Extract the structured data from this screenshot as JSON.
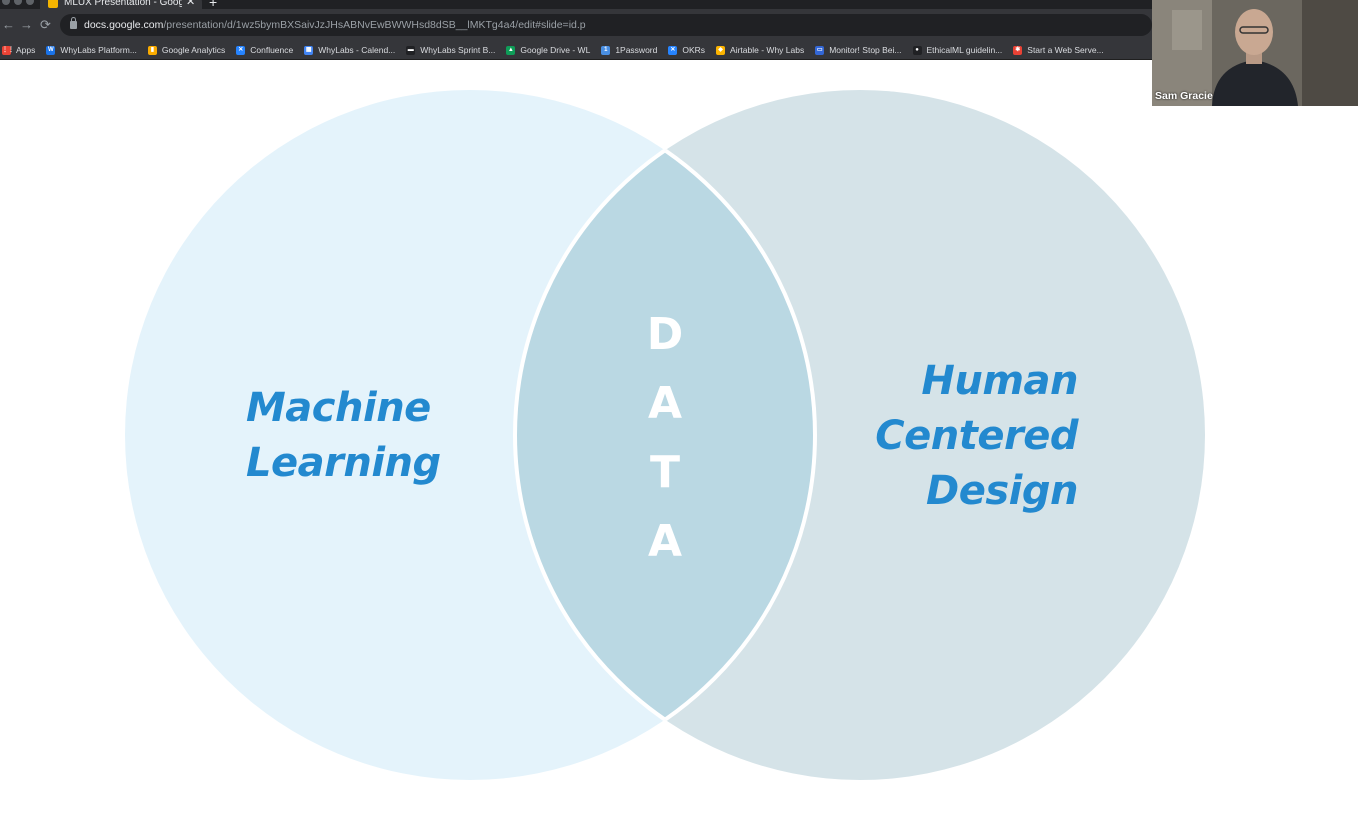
{
  "browser": {
    "tab_title": "MLUX Presentation - Google S",
    "tab_close": "✕",
    "new_tab": "+",
    "nav_back": "←",
    "nav_forward": "→",
    "nav_reload": "⟳",
    "url_host": "docs.google.com",
    "url_path": "/presentation/d/1wz5bymBXSaivJzJHsABNvEwBWWHsd8dSB__lMKTg4a4/edit#slide=id.p"
  },
  "bookmarks": [
    {
      "label": "Apps",
      "icon": "apps-grid-icon",
      "color": "#ea4335",
      "glyph": "⋮⋮"
    },
    {
      "label": "WhyLabs Platform...",
      "icon": "whylabs-icon",
      "color": "#1a73e8",
      "glyph": "W"
    },
    {
      "label": "Google Analytics",
      "icon": "analytics-icon",
      "color": "#f9ab00",
      "glyph": "▮"
    },
    {
      "label": "Confluence",
      "icon": "confluence-icon",
      "color": "#2684ff",
      "glyph": "✕"
    },
    {
      "label": "WhyLabs - Calend...",
      "icon": "calendar-icon",
      "color": "#4285f4",
      "glyph": "▦"
    },
    {
      "label": "WhyLabs Sprint B...",
      "icon": "sprint-board-icon",
      "color": "#202124",
      "glyph": "▬"
    },
    {
      "label": "Google Drive - WL",
      "icon": "google-drive-icon",
      "color": "#0f9d58",
      "glyph": "▲"
    },
    {
      "label": "1Password",
      "icon": "onepassword-icon",
      "color": "#4a8fe2",
      "glyph": "1"
    },
    {
      "label": "OKRs",
      "icon": "okrs-icon",
      "color": "#2684ff",
      "glyph": "✕"
    },
    {
      "label": "Airtable - Why Labs",
      "icon": "airtable-icon",
      "color": "#fcb400",
      "glyph": "◆"
    },
    {
      "label": "Monitor! Stop Bei...",
      "icon": "monitor-icon",
      "color": "#3367d6",
      "glyph": "▭"
    },
    {
      "label": "EthicalML guidelin...",
      "icon": "github-icon",
      "color": "#202124",
      "glyph": "●"
    },
    {
      "label": "Start a Web Serve...",
      "icon": "web-server-icon",
      "color": "#e94235",
      "glyph": "✱"
    }
  ],
  "slide": {
    "left_label": [
      "Machine",
      "Learning"
    ],
    "right_label": [
      "Human",
      "Centered",
      "Design"
    ],
    "center_letters": [
      "D",
      "A",
      "T",
      "A"
    ],
    "colors": {
      "left_circle": "#e4f3fb",
      "right_circle": "#d5e3e8",
      "overlap": "#bad8e3",
      "label_text": "#2389cf",
      "center_text": "#ffffff"
    }
  },
  "video": {
    "participant_name": "Sam Gracie"
  }
}
